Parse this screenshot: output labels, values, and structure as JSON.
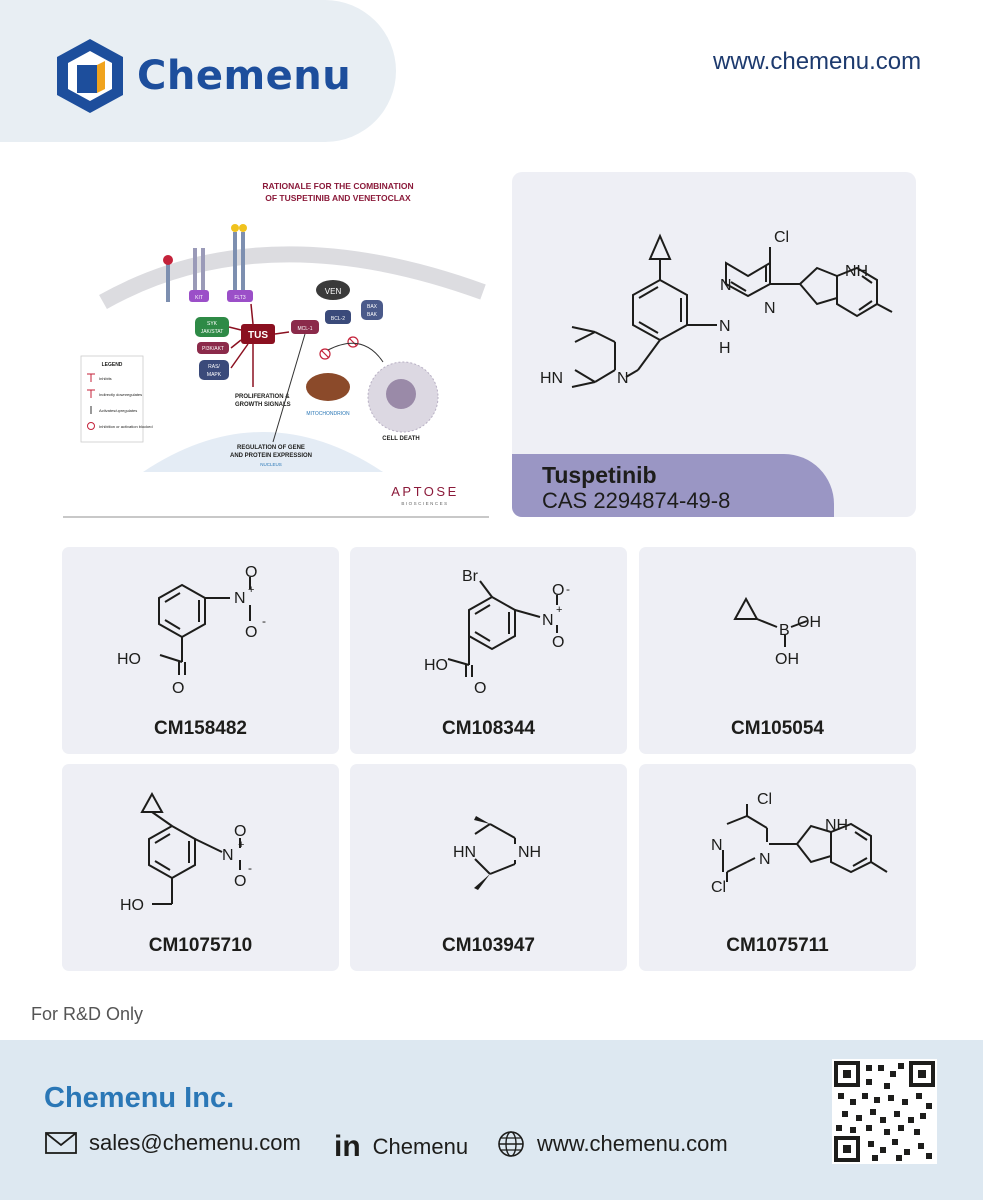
{
  "header": {
    "brand": "Chemenu",
    "url": "www.chemenu.com"
  },
  "diagram": {
    "title_line1": "RATIONALE FOR THE COMBINATION",
    "title_line2": "OF TUSPETINIB AND VENETOCLAX",
    "legend_title": "LEGEND",
    "legend_items": [
      "Inhibits",
      "Indirectly downregulates",
      "Activates/upregulates",
      "Inhibition or activation blocked"
    ],
    "nodes": {
      "kit": "KIT",
      "flt3": "FLT3",
      "syk": "SYK",
      "jak": "JAK/STAT",
      "pi3k": "PI3K/AKT",
      "ras": "RAS/",
      "mapk": "MAPK",
      "tus": "TUS",
      "ven": "VEN",
      "mcl1": "MCL-1",
      "bcl2": "BCL-2",
      "bax": "BAX",
      "bak": "BAK",
      "prolif1": "PROLIFERATION &",
      "prolif2": "GROWTH SIGNALS",
      "regulation1": "REGULATION OF GENE",
      "regulation2": "AND PROTEIN EXPRESSION",
      "nucleus": "NUCLEUS",
      "mitochondrion": "MITOCHONDRION",
      "cell_death": "CELL DEATH"
    },
    "aptose": "APTOSE",
    "aptose_sub": "BIOSCIENCES"
  },
  "feature": {
    "name": "Tuspetinib",
    "cas": "CAS 2294874-49-8",
    "atoms": {
      "cl": "Cl",
      "nh_indole": "NH",
      "n1": "N",
      "n2": "N",
      "nh_link": "N",
      "h_link": "H",
      "hn": "HN",
      "n_pip": "N"
    }
  },
  "products": [
    {
      "code": "CM158482",
      "atoms": {
        "ho": "HO",
        "o": "O",
        "n": "N",
        "plus": "+",
        "o1": "O",
        "minus": "-",
        "o2": "O"
      }
    },
    {
      "code": "CM108344",
      "atoms": {
        "br": "Br",
        "ho": "HO",
        "o": "O",
        "n": "N",
        "plus": "+",
        "o1": "O",
        "minus": "-",
        "o2": "O"
      }
    },
    {
      "code": "CM105054",
      "atoms": {
        "b": "B",
        "oh1": "OH",
        "oh2": "OH"
      }
    },
    {
      "code": "CM1075710",
      "atoms": {
        "ho": "HO",
        "n": "N",
        "plus": "+",
        "o1": "O",
        "minus": "-",
        "o2": "O"
      }
    },
    {
      "code": "CM103947",
      "atoms": {
        "hn": "HN",
        "nh": "NH"
      }
    },
    {
      "code": "CM1075711",
      "atoms": {
        "cl1": "Cl",
        "cl2": "Cl",
        "n1": "N",
        "n2": "N",
        "nh": "NH"
      }
    }
  ],
  "disclaimer": "For R&D Only",
  "footer": {
    "company": "Chemenu Inc.",
    "email": "sales@chemenu.com",
    "linkedin_icon_text": "in",
    "linkedin": "Chemenu",
    "website": "www.chemenu.com"
  },
  "colors": {
    "brand_blue": "#1d4e9c",
    "logo_orange": "#f0a31d",
    "footer_blue": "#2a77b6",
    "card_bg": "#eeeff5",
    "feature_label": "#9a96c4",
    "tus_red": "#8b1020"
  }
}
